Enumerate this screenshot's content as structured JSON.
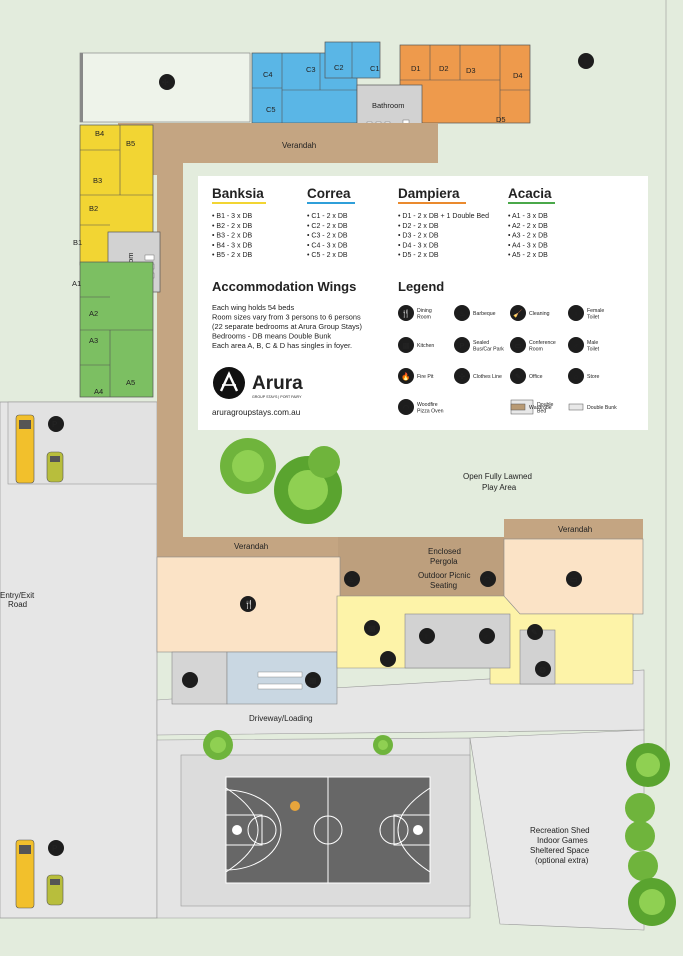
{
  "title": "",
  "labels": {
    "verandah_north": "Verandah",
    "verandah_central": "Verandah",
    "verandah_east": "Verandah",
    "bathroom_north": "Bathroom",
    "bathroom_west": "Bathroom",
    "lawn_line1": "Open Fully Lawned",
    "lawn_line2": "Play Area",
    "pergola_line1": "Enclosed",
    "pergola_line2": "Pergola",
    "picnic_line1": "Outdoor Picnic",
    "picnic_line2": "Seating",
    "entry_line1": "Entry/Exit",
    "entry_line2": "Road",
    "driveway": "Driveway/Loading",
    "rec_line1": "Recreation Shed",
    "rec_line2": "Indoor Games",
    "rec_line3": "Sheltered Space",
    "rec_line4": "(optional extra)"
  },
  "rooms": {
    "C1": "C1",
    "C2": "C2",
    "C3": "C3",
    "C4": "C4",
    "C5": "C5",
    "D1": "D1",
    "D2": "D2",
    "D3": "D3",
    "D4": "D4",
    "D5": "D5",
    "B1": "B1",
    "B2": "B2",
    "B3": "B3",
    "B4": "B4",
    "B5": "B5",
    "A1": "A1",
    "A2": "A2",
    "A3": "A3",
    "A4": "A4",
    "A5": "A5"
  },
  "wings": [
    {
      "name": "Banksia",
      "color": "#f2d533",
      "items": [
        "• B1 - 3 x DB",
        "• B2 - 2 x DB",
        "• B3 - 2 x DB",
        "• B4 - 3 x DB",
        "• B5 - 2 x DB"
      ]
    },
    {
      "name": "Correa",
      "color": "#2f9fd9",
      "items": [
        "• C1 - 2 x DB",
        "• C2 - 2 x DB",
        "• C3 - 2 x DB",
        "• C4 - 3 x DB",
        "• C5 - 2 x DB"
      ]
    },
    {
      "name": "Dampiera",
      "color": "#ea8a2e",
      "items": [
        "• D1 - 2 x DB + 1 Double Bed",
        "• D2 - 2 x DB",
        "• D3 - 2 x DB",
        "• D4 - 3 x DB",
        "• D5 - 2 x DB"
      ]
    },
    {
      "name": "Acacia",
      "color": "#4aa84a",
      "items": [
        "• A1 - 3 x DB",
        "• A2 - 2 x DB",
        "• A3 - 2 x DB",
        "• A4 - 3 x DB",
        "• A5 - 2 x DB"
      ]
    }
  ],
  "accommodation": {
    "heading": "Accommodation Wings",
    "lines": [
      "Each wing holds 54 beds",
      "Room sizes vary from 3 persons to 6 persons",
      "(22 separate bedrooms at Arura Group Stays)",
      "Bedrooms - DB means Double Bunk",
      "Each area A, B, C & D has singles in foyer."
    ]
  },
  "brand": {
    "name": "Arura",
    "tagline": "GROUP STAYS | PORT FAIRY",
    "website": "aruragroupstays.com.au"
  },
  "legend": {
    "heading": "Legend",
    "items": [
      {
        "icon": "dining-room-icon",
        "glyph": "🍴",
        "line1": "Dining",
        "line2": "Room"
      },
      {
        "icon": "barbeque-icon",
        "glyph": "♨",
        "line1": "Barbeque",
        "line2": ""
      },
      {
        "icon": "cleaning-icon",
        "glyph": "🧹",
        "line1": "Cleaning",
        "line2": ""
      },
      {
        "icon": "female-toilet-icon",
        "glyph": "♀",
        "line1": "Female",
        "line2": "Toilet"
      },
      {
        "icon": "kitchen-icon",
        "glyph": "▦",
        "line1": "Kitchen",
        "line2": ""
      },
      {
        "icon": "parking-icon",
        "glyph": "P",
        "line1": "Sealed",
        "line2": "Bus/Car Park"
      },
      {
        "icon": "conference-room-icon",
        "glyph": "▭",
        "line1": "Conference",
        "line2": "Room"
      },
      {
        "icon": "male-toilet-icon",
        "glyph": "♂",
        "line1": "Male",
        "line2": "Toilet"
      },
      {
        "icon": "fire-pit-icon",
        "glyph": "🔥",
        "line1": "Fire Pit",
        "line2": ""
      },
      {
        "icon": "clothes-line-icon",
        "glyph": "✣",
        "line1": "Clothes Line",
        "line2": ""
      },
      {
        "icon": "office-icon",
        "glyph": "✎",
        "line1": "Office",
        "line2": ""
      },
      {
        "icon": "store-icon",
        "glyph": "⌂",
        "line1": "Store",
        "line2": ""
      },
      {
        "icon": "pizza-oven-icon",
        "glyph": "◠",
        "line1": "Woodfire",
        "line2": "Pizza Oven"
      },
      {
        "icon": "double-bed-swatch",
        "glyph": "",
        "line1": "Double",
        "line2": "Bed"
      },
      {
        "icon": "wardrobe-swatch",
        "glyph": "",
        "line1": "Wardrobe",
        "line2": ""
      },
      {
        "icon": "double-bunk-swatch",
        "glyph": "",
        "line1": "Double Bunk",
        "line2": ""
      }
    ]
  },
  "colors": {
    "banksia": "#f2d533",
    "correa": "#5ab6e6",
    "dampiera": "#ee9a4c",
    "acacia": "#7cbf62",
    "verandah": "#c4a582",
    "dining": "#fbe3c6",
    "amenities": "#fdf3a8",
    "grass": "#e3ecdd",
    "road": "#e6e6e6"
  }
}
